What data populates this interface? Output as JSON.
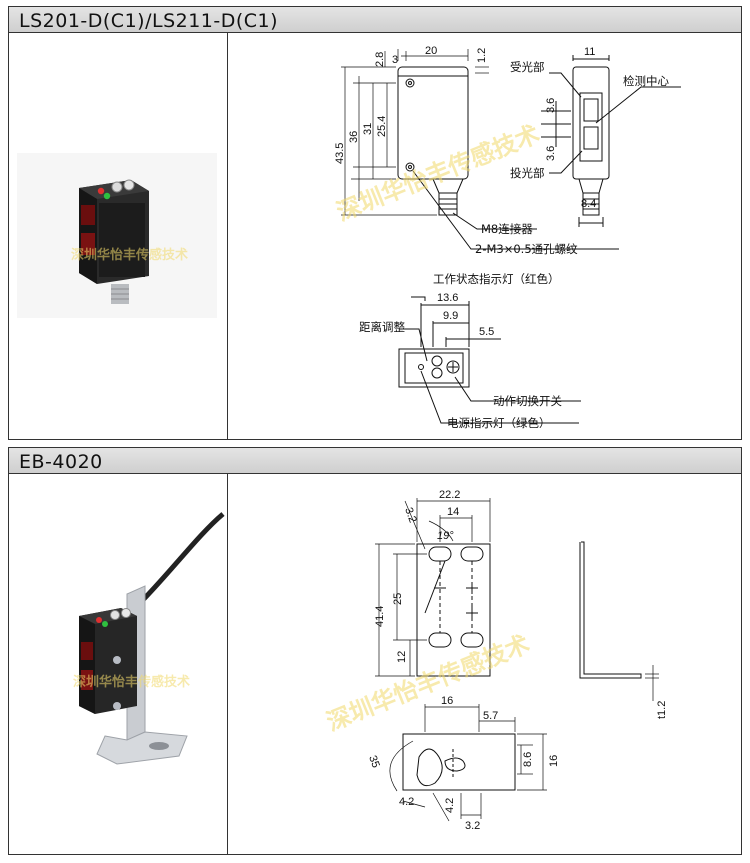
{
  "sections": [
    {
      "title": "LS201-D(C1)/LS211-D(C1)",
      "labels": {
        "receiver": "受光部",
        "detect_center": "检测中心",
        "emitter": "投光部",
        "connector": "M8连接器",
        "through_hole": "2-M3×0.5通孔螺纹",
        "work_led": "工作状态指示灯（红色）",
        "distance_adj": "距离调整",
        "mode_switch": "动作切换开关",
        "power_led": "电源指示灯（绿色）"
      },
      "dims": {
        "d20": "20",
        "d3": "3",
        "d2_8": "2.8",
        "d1_2": "1.2",
        "d11": "11",
        "d43_5": "43.5",
        "d36": "36",
        "d31": "31",
        "d25_4": "25.4",
        "d3_6a": "3.6",
        "d3_6b": "3.6",
        "d8_4": "8.4",
        "d13_6": "13.6",
        "d9_9": "9.9",
        "d5_5": "5.5"
      }
    },
    {
      "title": "EB-4020",
      "dims": {
        "d22_2": "22.2",
        "d14": "14",
        "d3_2a": "3.2",
        "d19deg": "19°",
        "d41_4": "41.4",
        "d25": "25",
        "d12": "12",
        "t1_2": "t1.2",
        "d16a": "16",
        "d5_7": "5.7",
        "d8_6": "8.6",
        "d16b": "16",
        "d35": "35",
        "d4_2a": "4.2",
        "d4_2b": "4.2",
        "d3_2b": "3.2"
      }
    }
  ],
  "watermark": {
    "text_full": "深圳华怡丰传感技术",
    "text_photo": "深圳华怡丰传感技术"
  },
  "colors": {
    "header_bg": "#d8d8d8",
    "border": "#333333",
    "watermark": "#f2d96b",
    "sensor_body": "#1e1e1e",
    "sensor_lens": "#7a1010",
    "led_red": "#e03030",
    "led_green": "#2fbf3f",
    "bracket": "#c9ccd1"
  }
}
